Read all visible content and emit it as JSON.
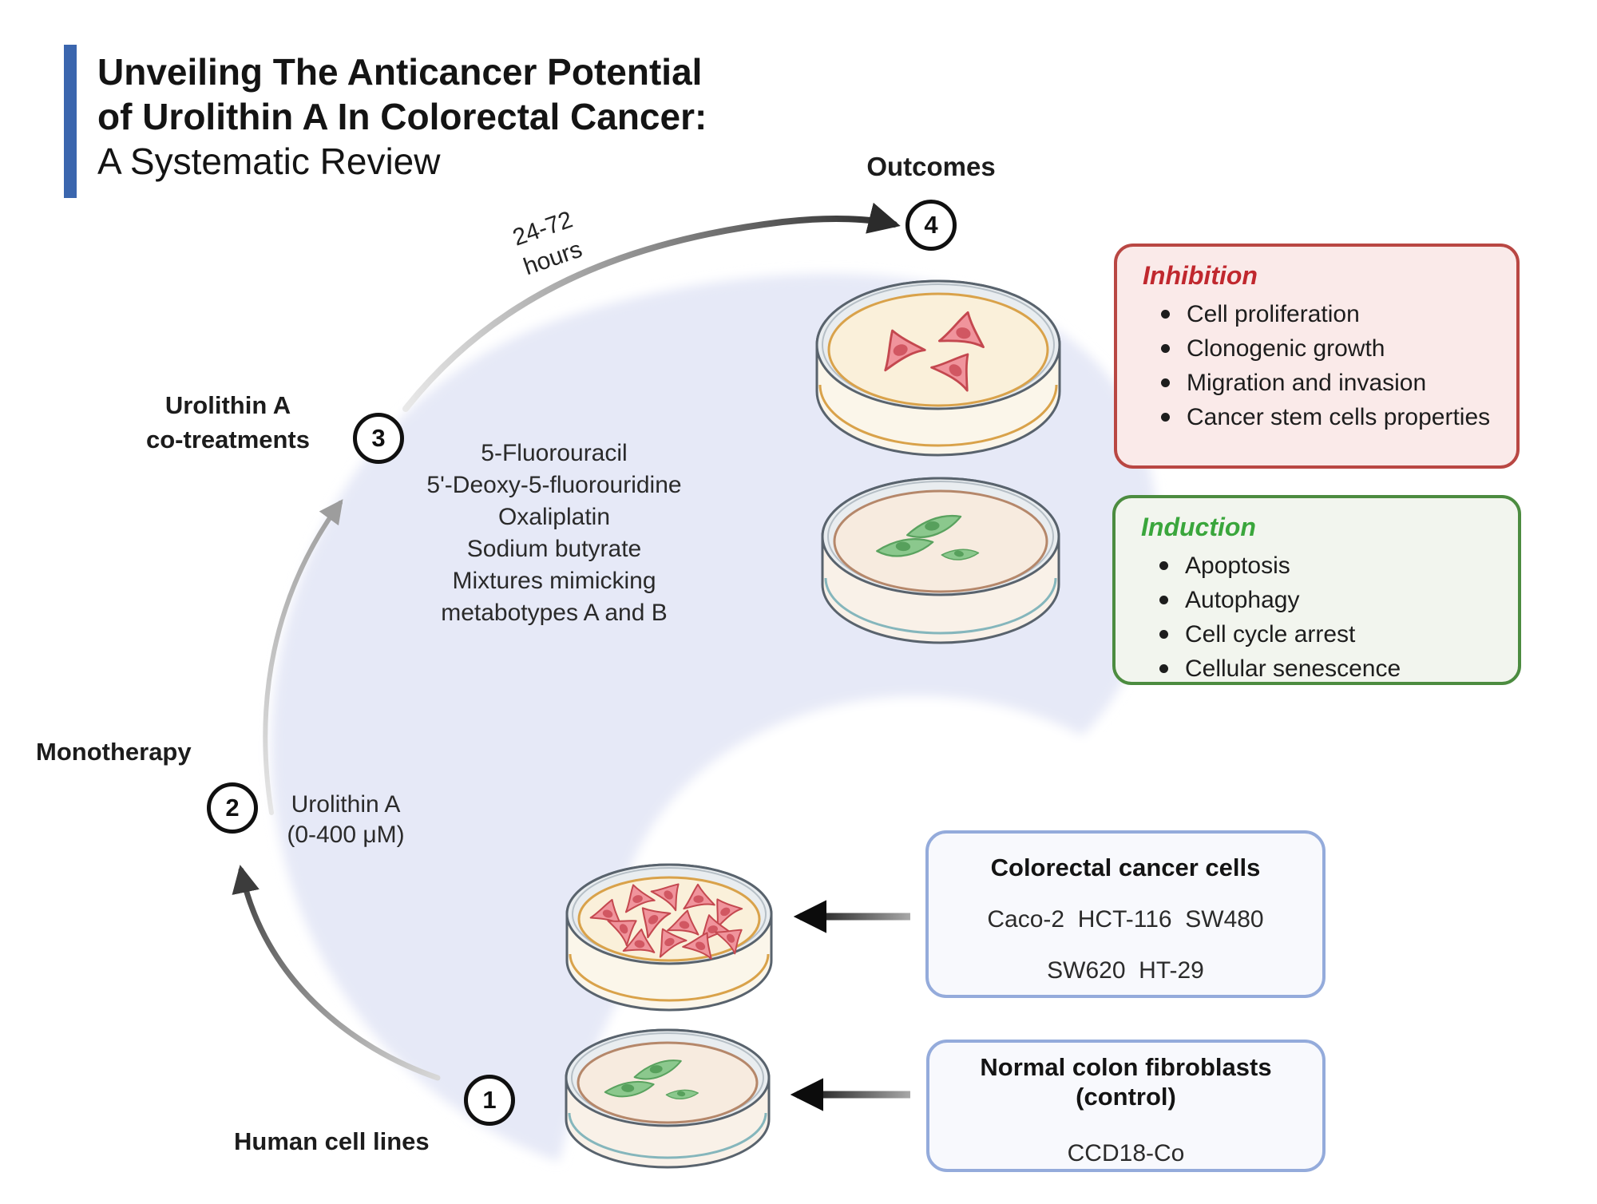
{
  "title": {
    "line1": "Unveiling The Anticancer Potential",
    "line2": "of Urolithin A In Colorectal Cancer:",
    "line3": "A Systematic Review"
  },
  "steps": {
    "step1": {
      "number": "1",
      "label": "Human cell lines"
    },
    "step2": {
      "number": "2",
      "label": "Monotherapy",
      "detail": "Urolithin A\n(0-400 μM)"
    },
    "step3": {
      "number": "3",
      "label": "Urolithin A\nco-treatments",
      "treatments": [
        "5-Fluorouracil",
        "5'-Deoxy-5-fluorouridine",
        "Oxaliplatin",
        "Sodium butyrate",
        "Mixtures mimicking",
        "metabotypes A and B"
      ]
    },
    "step4": {
      "number": "4",
      "label": "Outcomes"
    }
  },
  "duration_label": "24-72\nhours",
  "outcome_boxes": {
    "inhibition": {
      "title": "Inhibition",
      "items": [
        "Cell proliferation",
        "Clonogenic growth",
        "Migration and invasion",
        "Cancer stem cells properties"
      ]
    },
    "induction": {
      "title": "Induction",
      "items": [
        "Apoptosis",
        "Autophagy",
        "Cell cycle arrest",
        "Cellular senescence"
      ]
    }
  },
  "cell_boxes": {
    "cancer": {
      "title": "Colorectal cancer cells",
      "row1": "Caco-2  HCT-116  SW480",
      "row2": "SW620  HT-29"
    },
    "control": {
      "title": "Normal colon fibroblasts",
      "subtitle": "(control)",
      "row1": "CCD18-Co"
    }
  },
  "colors": {
    "accent_bar_blue": "#3b66ae",
    "inhibition_red": "#c0282e",
    "induction_green": "#3aa63c",
    "info_box_border_blue": "#94abdb",
    "swoosh_lavender": "#e6e9f7",
    "cancer_cell_pink": "#f0949c",
    "normal_cell_green": "#8bc88d"
  }
}
